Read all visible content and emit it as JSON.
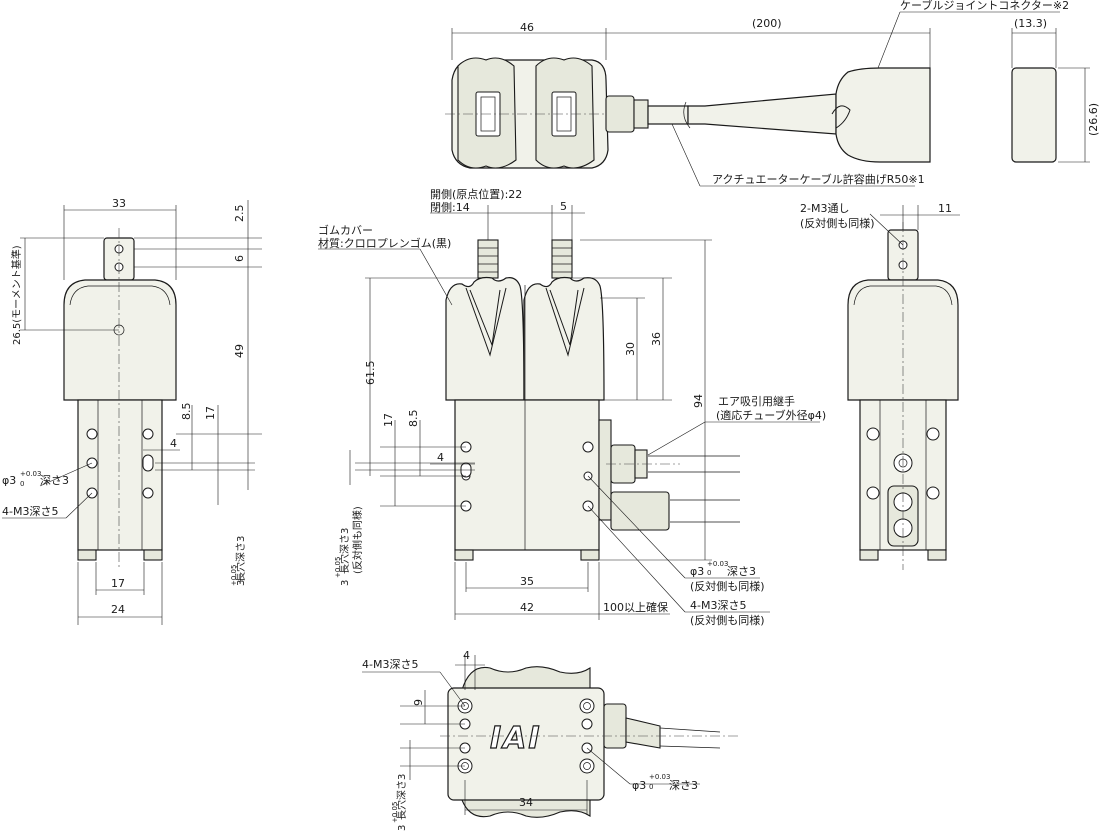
{
  "dimensions": {
    "top_width": "46",
    "cable_length": "(200)",
    "connector_depth": "(13.3)",
    "connector_height": "(26.6)",
    "side_width": "33",
    "d_2_5": "2.5",
    "d_6": "6",
    "d_49": "49",
    "d_8_5": "8.5",
    "d_17": "17",
    "d_4": "4",
    "bottom_17": "17",
    "bottom_24": "24",
    "stroke_open": "開側(原点位置):22",
    "stroke_close": "閉側:14",
    "d_5": "5",
    "d_61_5": "61.5",
    "d_30": "30",
    "d_36": "36",
    "d_94": "94",
    "front_17": "17",
    "front_8_5": "8.5",
    "front_4": "4",
    "d_35": "35",
    "d_42": "42",
    "d_11": "11",
    "bottom_4": "4",
    "bottom_9": "9",
    "d_34": "34"
  },
  "labels": {
    "cable_connector": "ケーブルジョイントコネクター※2",
    "actuator_cable": "アクチュエーターケーブル許容曲げR50※1",
    "moment_ref": "26.5(モーメント基準)",
    "rubber_cover_1": "ゴムカバー",
    "rubber_cover_2": "材質:クロロプレンゴム(黒)",
    "phi3_main": "φ3",
    "tol_plus": "+0.03",
    "tol_zero": "0",
    "depth3": "深さ3",
    "m3_depth5": "4-M3深さ5",
    "slot_tol": "+0.05",
    "slot_side": "3",
    "slot_text": "長穴深さ3",
    "slot_sub": "(反対側も同様)",
    "air_fitting_1": "エア吸引用継手",
    "air_fitting_2": "(適応チューブ外径φ4)",
    "clearance": "100以上確保",
    "opposite_same": "(反対側も同様)",
    "m3_through": "2-M3通し",
    "m3_through_sub": "(反対側も同様)",
    "m3_depth5_top": "4-M3深さ5",
    "logo": "IAI"
  }
}
